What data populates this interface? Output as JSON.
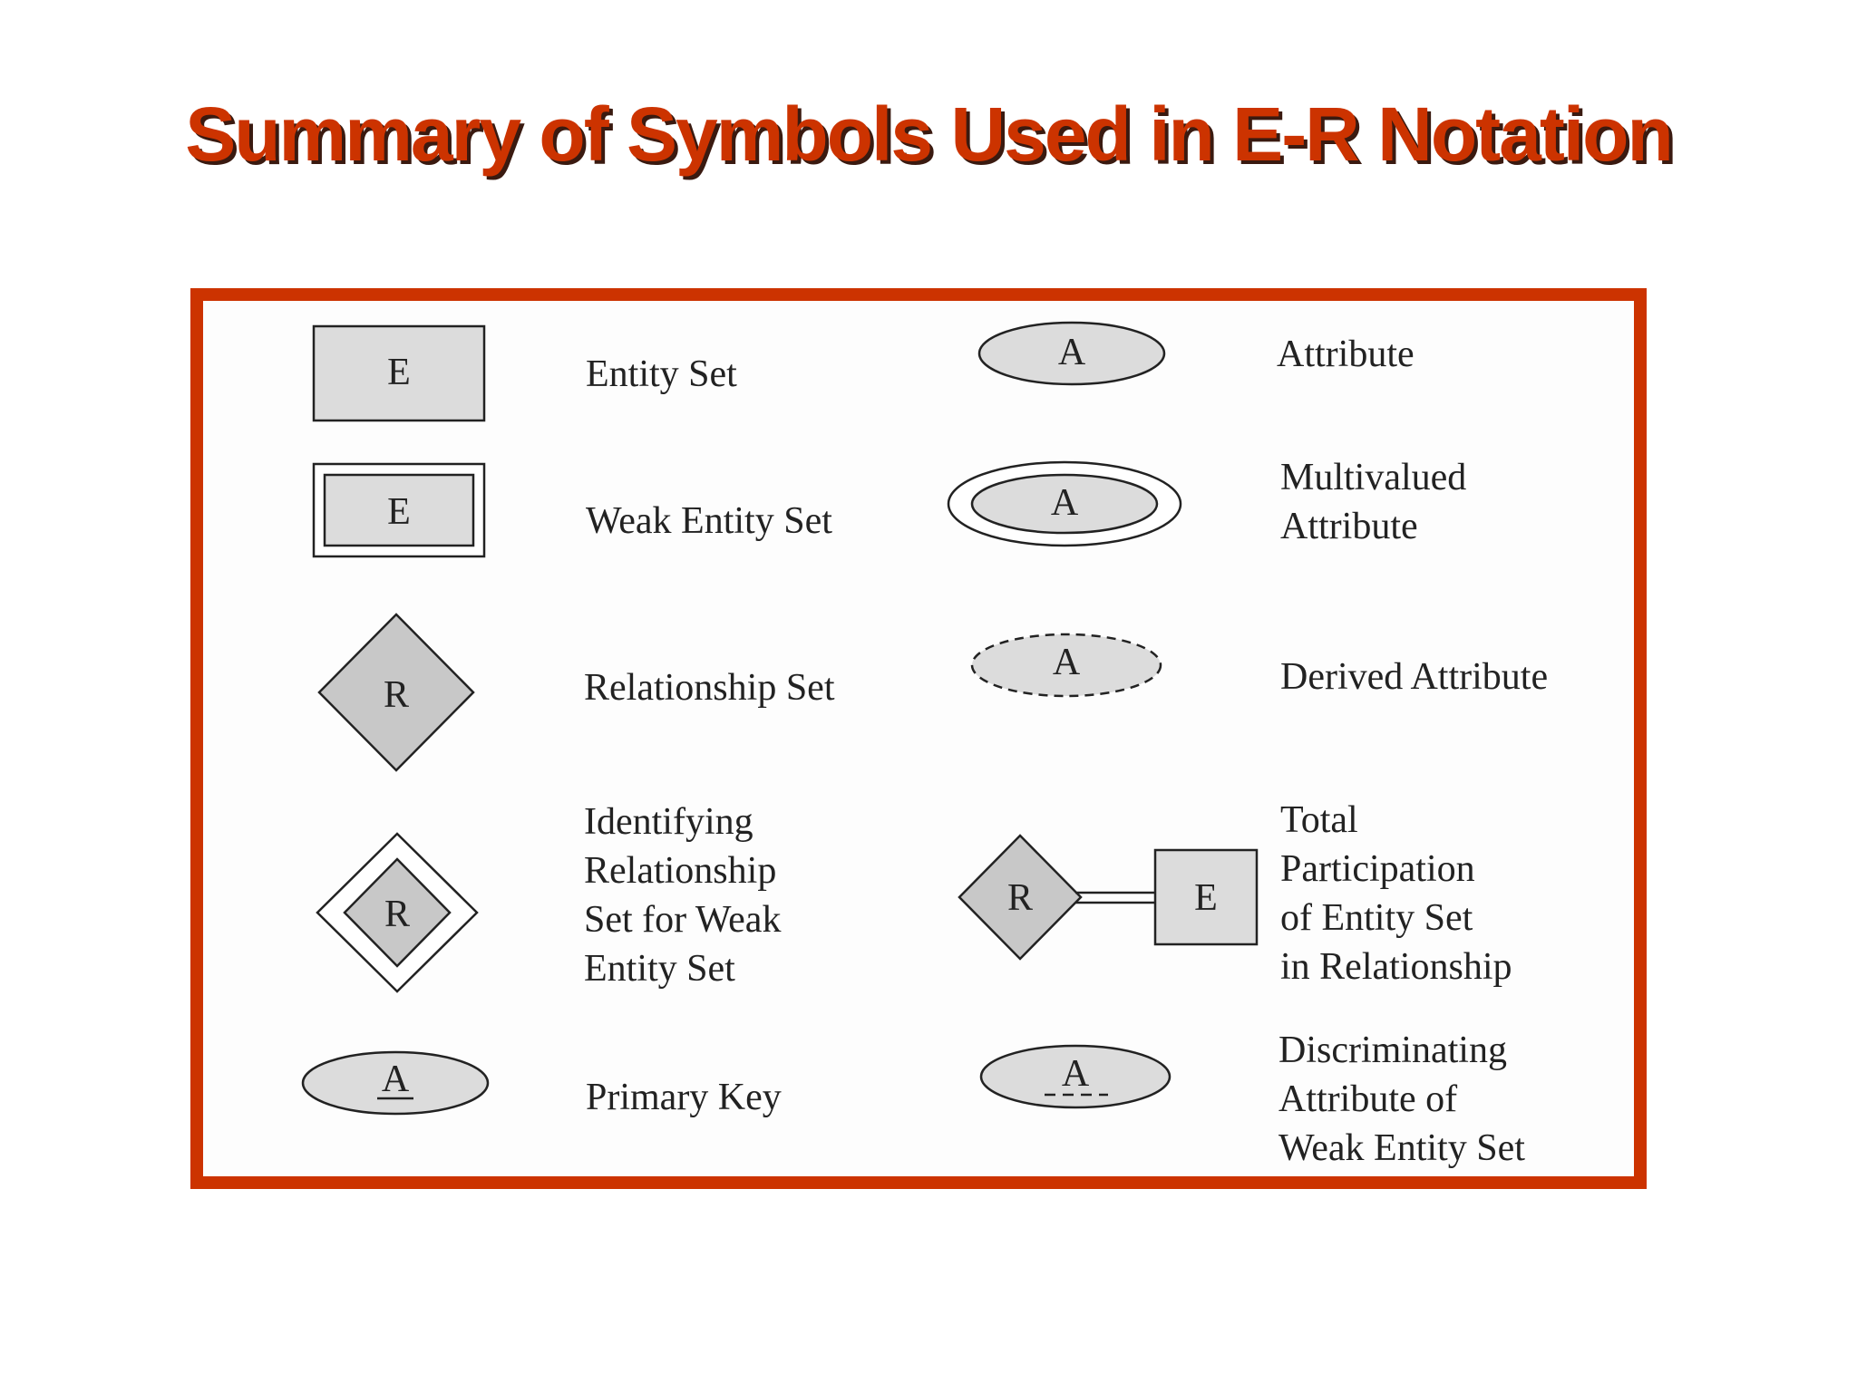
{
  "title": "Summary of Symbols Used in E-R Notation",
  "colors": {
    "accent": "#cc3300",
    "symbol_fill": "#dcdcdc",
    "symbol_fill_dark": "#cfcfcf"
  },
  "symbols": {
    "entity_set": {
      "letter": "E",
      "label": "Entity Set",
      "icon": "rectangle-icon"
    },
    "weak_entity": {
      "letter": "E",
      "label": "Weak Entity Set",
      "icon": "double-rectangle-icon"
    },
    "relationship": {
      "letter": "R",
      "label": "Relationship Set",
      "icon": "diamond-icon"
    },
    "identifying": {
      "letter": "R",
      "label": "Identifying\nRelationship\nSet for Weak\nEntity Set",
      "icon": "double-diamond-icon"
    },
    "primary_key": {
      "letter": "A",
      "label": "Primary Key",
      "icon": "underlined-ellipse-icon"
    },
    "attribute": {
      "letter": "A",
      "label": "Attribute",
      "icon": "ellipse-icon"
    },
    "multivalued": {
      "letter": "A",
      "label": "Multivalued\n Attribute",
      "icon": "double-ellipse-icon"
    },
    "derived": {
      "letter": "A",
      "label": "Derived Attribute",
      "icon": "dashed-ellipse-icon"
    },
    "total_participation": {
      "letter_r": "R",
      "letter_e": "E",
      "label": "Total\nParticipation\nof Entity Set\nin Relationship",
      "icon": "double-line-icon"
    },
    "discriminating": {
      "letter": "A",
      "label": "Discriminating\nAttribute of\nWeak Entity Set",
      "icon": "dash-underlined-ellipse-icon"
    }
  }
}
